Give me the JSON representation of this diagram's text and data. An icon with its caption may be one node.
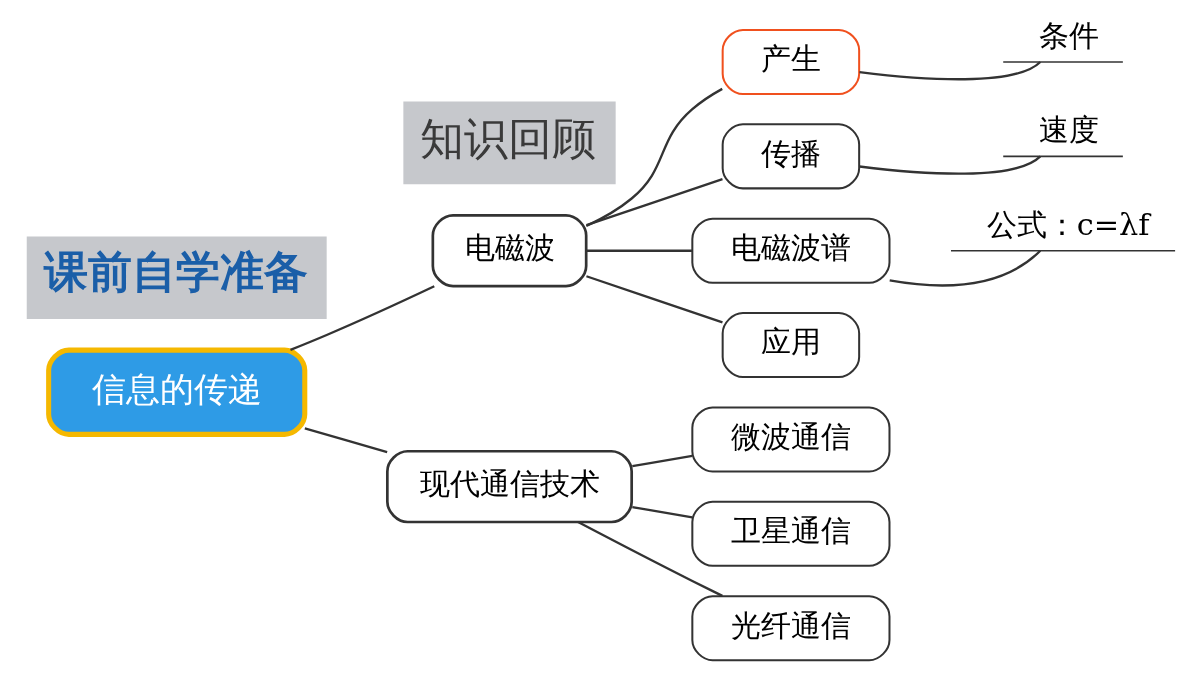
{
  "diagram": {
    "nodes": [
      {
        "text": [
          "信息的传递"
        ]
      },
      {
        "text": [
          "电磁波"
        ]
      },
      {
        "text": [
          "现代通信技术"
        ]
      },
      {
        "text": [
          "产生"
        ]
      },
      {
        "text": [
          "传播"
        ]
      },
      {
        "text": [
          "电磁波谱"
        ]
      },
      {
        "text": [
          "应用"
        ]
      },
      {
        "text": [
          "条件"
        ]
      },
      {
        "text": [
          "速度"
        ]
      },
      {
        "text": [
          "公式：c=λf"
        ]
      },
      {
        "text": [
          "微波通信"
        ]
      },
      {
        "text": [
          "卫星通信"
        ]
      },
      {
        "text": [
          "光纤通信"
        ]
      }
    ],
    "edges": [
      {
        "from": 0,
        "to": 1,
        "arrow": "none"
      },
      {
        "from": 0,
        "to": 2,
        "arrow": "none"
      },
      {
        "from": 1,
        "to": 3,
        "arrow": "none"
      },
      {
        "from": 1,
        "to": 4,
        "arrow": "none"
      },
      {
        "from": 1,
        "to": 5,
        "arrow": "none"
      },
      {
        "from": 1,
        "to": 6,
        "arrow": "none"
      },
      {
        "from": 3,
        "to": 7,
        "arrow": "none"
      },
      {
        "from": 4,
        "to": 8,
        "arrow": "none"
      },
      {
        "from": 5,
        "to": 9,
        "arrow": "none"
      },
      {
        "from": 2,
        "to": 10,
        "arrow": "none"
      },
      {
        "from": 2,
        "to": 11,
        "arrow": "none"
      },
      {
        "from": 2,
        "to": 12,
        "arrow": "none"
      }
    ],
    "labels": [
      "课前自学准备",
      "知识回顾"
    ]
  }
}
